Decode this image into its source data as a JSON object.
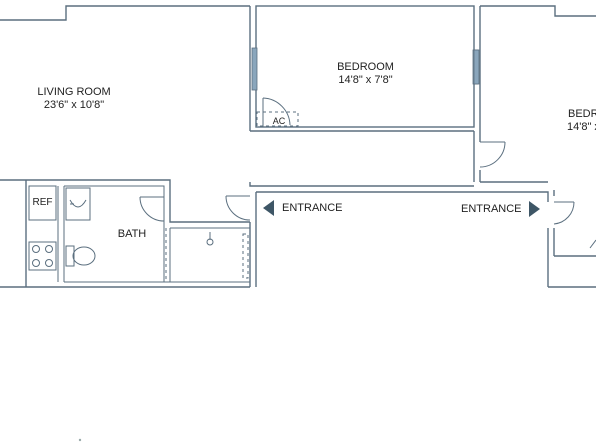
{
  "rooms": {
    "living": {
      "name": "LIVING ROOM",
      "size": "23'6\" x 10'8\""
    },
    "bedroom1": {
      "name": "BEDROOM",
      "size": "14'8\" x 7'8\""
    },
    "bedroom2": {
      "name": "BEDR",
      "size": "14'8\" x"
    },
    "bath": {
      "name": "BATH"
    }
  },
  "fixtures": {
    "ref": "REF",
    "ac": "AC"
  },
  "entrances": {
    "left": "ENTRANCE",
    "right": "ENTRANCE"
  },
  "colors": {
    "wall": "#5b6f7f",
    "window": "#8aa6bc",
    "arrow": "#3e5666",
    "text": "#222222"
  }
}
